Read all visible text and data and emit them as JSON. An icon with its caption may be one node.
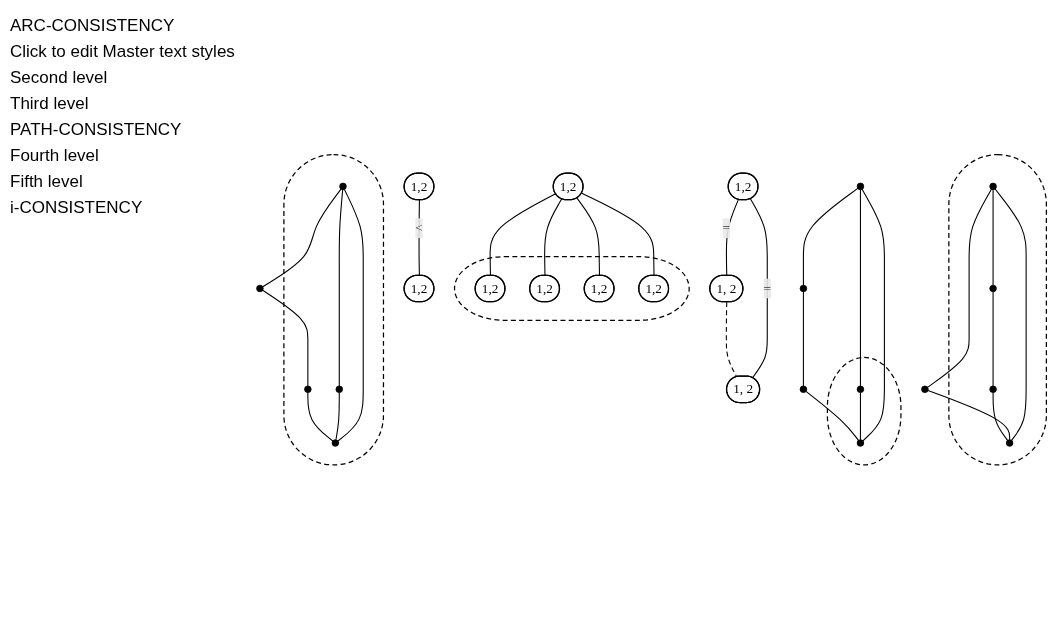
{
  "diagram": {
    "nodes": [
      {
        "text": [
          "1,2"
        ]
      },
      {
        "text": [
          "1,2"
        ]
      },
      {
        "text": [
          "1,2"
        ]
      },
      {
        "text": [
          "1, 2"
        ]
      },
      {
        "text": [
          "1, 2"
        ]
      },
      {
        "text": [
          "1,2"
        ]
      },
      {
        "text": [],
        "shape": "ellipse"
      },
      {
        "text": [
          "1,2"
        ],
        "in": 6
      },
      {
        "text": [
          "1,2"
        ],
        "in": 6
      },
      {
        "text": [
          "1,2"
        ],
        "in": 6
      },
      {
        "text": [
          "1,2"
        ],
        "in": 6
      },
      {
        "text": [],
        "shape": "circle"
      },
      {
        "text": [],
        "shape": "circle"
      },
      {
        "text": [],
        "shape": "ellipse"
      },
      {
        "text": [],
        "shape": "circle",
        "in": 13
      },
      {
        "text": [],
        "shape": "circle",
        "in": 13
      },
      {
        "text": [],
        "shape": "circle"
      },
      {
        "text": [],
        "shape": "ellipse"
      },
      {
        "text": [],
        "shape": "circle",
        "in": 17
      },
      {
        "text": [],
        "shape": "circle"
      },
      {
        "text": [],
        "shape": "circle",
        "in": 17
      },
      {
        "text": [],
        "shape": "circle",
        "in": 17
      },
      {
        "text": [],
        "shape": "circle",
        "in": 17
      },
      {
        "text": [],
        "shape": "ellipse"
      },
      {
        "text": [],
        "shape": "circle",
        "in": 23
      },
      {
        "text": [],
        "shape": "circle",
        "in": 23
      },
      {
        "text": [],
        "shape": "circle"
      },
      {
        "text": [],
        "shape": "circle",
        "in": 23
      },
      {
        "text": [],
        "shape": "circle",
        "in": 23
      }
    ],
    "edges": [
      {
        "from": 0,
        "to": 1,
        "arrow": "none",
        "label": "<"
      },
      {
        "from": 2,
        "to": 3,
        "arrow": "none",
        "label": "="
      },
      {
        "from": 2,
        "to": 4,
        "arrow": "none",
        "label": "="
      },
      {
        "from": 3,
        "to": 4,
        "arrow": "none",
        "style": "dashed"
      },
      {
        "from": 5,
        "to": 7,
        "arrow": "none"
      },
      {
        "from": 5,
        "to": 8,
        "arrow": "none"
      },
      {
        "from": 5,
        "to": 9,
        "arrow": "none"
      },
      {
        "from": 5,
        "to": 10,
        "arrow": "none"
      },
      {
        "from": 11,
        "to": 14,
        "arrow": "none"
      },
      {
        "from": 11,
        "to": 12,
        "arrow": "none"
      },
      {
        "from": 11,
        "to": 15,
        "arrow": "none"
      },
      {
        "from": 14,
        "to": 15,
        "arrow": "none"
      },
      {
        "from": 12,
        "to": 16,
        "arrow": "none"
      },
      {
        "from": 16,
        "to": 15,
        "arrow": "none"
      },
      {
        "from": 18,
        "to": 19,
        "arrow": "none"
      },
      {
        "from": 18,
        "to": 20,
        "arrow": "none"
      },
      {
        "from": 18,
        "to": 22,
        "arrow": "none"
      },
      {
        "from": 19,
        "to": 22,
        "arrow": "none"
      },
      {
        "from": 20,
        "to": 21,
        "arrow": "none"
      },
      {
        "from": 21,
        "to": 22,
        "arrow": "none"
      },
      {
        "from": 24,
        "to": 25,
        "arrow": "none"
      },
      {
        "from": 24,
        "to": 26,
        "arrow": "none"
      },
      {
        "from": 24,
        "to": 28,
        "arrow": "none"
      },
      {
        "from": 25,
        "to": 28,
        "arrow": "none"
      },
      {
        "from": 26,
        "to": 27,
        "arrow": "none"
      },
      {
        "from": 27,
        "to": 28,
        "arrow": "none"
      }
    ],
    "labels": [
      "ARC-CONSISTENCY",
      "Click to edit Master text styles",
      "Second level",
      "Third level",
      "PATH-CONSISTENCY",
      "Fourth level",
      "Fifth level",
      "i-CONSISTENCY"
    ]
  }
}
